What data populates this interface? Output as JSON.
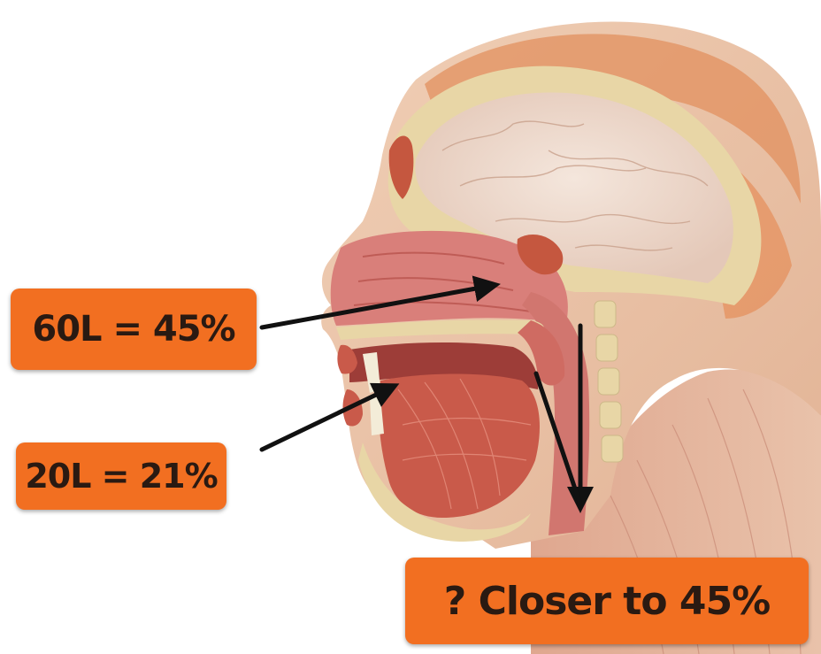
{
  "labels": {
    "nasal": "60L = 45%",
    "oral": "20L = 21%",
    "pharynx": "? Closer to 45%"
  },
  "colors": {
    "label_fill": "#f26f21",
    "label_text": "#2a1a12",
    "arrow": "#111111",
    "skin": "#e9c3a8",
    "bone": "#e8d6a6",
    "muscle": "#c9604d",
    "brain": "#ecdcd0",
    "mucosa": "#d97f7a"
  }
}
